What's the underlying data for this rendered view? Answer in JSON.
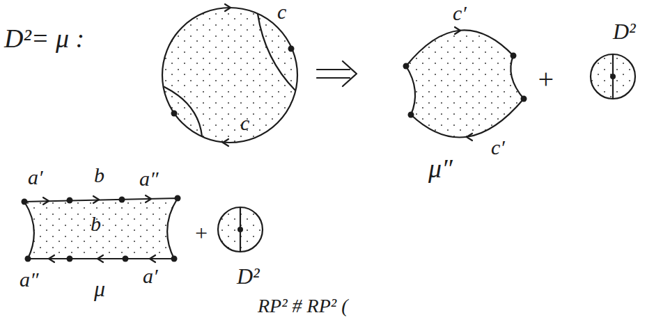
{
  "diagram": {
    "labels": [
      "D²= μ :",
      "c",
      "c",
      "c′",
      "c′",
      "+",
      "D²",
      "μ″",
      "a′",
      "b",
      "a″",
      "b",
      "+",
      "D²",
      "a″",
      "μ",
      "a′",
      "RP² # RP² ("
    ]
  }
}
